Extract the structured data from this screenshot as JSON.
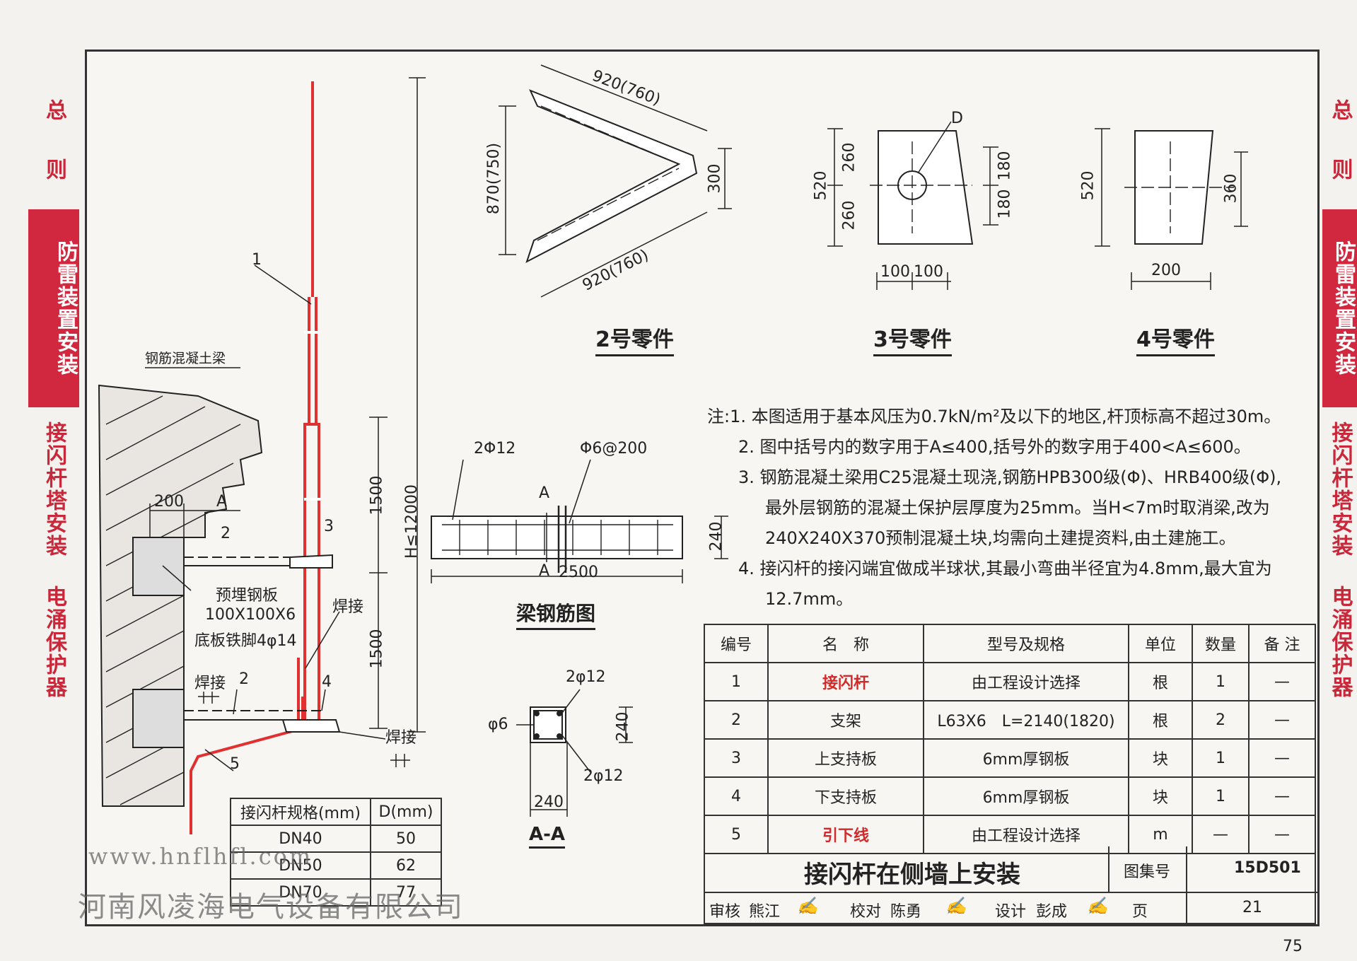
{
  "sidebar": {
    "left": [
      "总",
      "则",
      "防雷装置安装",
      "接闪杆塔安装",
      "电涌保护器"
    ],
    "right": [
      "总",
      "则",
      "防雷装置安装",
      "接闪杆塔安装",
      "电涌保护器"
    ],
    "active_index": 2
  },
  "colors": {
    "accent": "#d2283f",
    "tab_text": "#c8283a",
    "rod": "#e03030",
    "line": "#222222"
  },
  "part2": {
    "title": "2号零件",
    "dim_top": "920(760)",
    "dim_bottom": "920(760)",
    "dim_left": "870(750)",
    "dim_right": "300"
  },
  "part3": {
    "title": "3号零件",
    "dim_d": "D",
    "dim_520": "520",
    "dim_260a": "260",
    "dim_260b": "260",
    "dim_180a": "180",
    "dim_180b": "180",
    "dim_100a": "100",
    "dim_100b": "100"
  },
  "part4": {
    "title": "4号零件",
    "dim_520": "520",
    "dim_360": "360",
    "dim_200": "200"
  },
  "elevation": {
    "label_beam": "钢筋混凝土梁",
    "label_plate": "预埋钢板",
    "label_plate_size": "100X100X6",
    "label_foot": "底板铁脚4φ14",
    "label_weld1": "焊接",
    "label_weld2": "焊接",
    "label_weld3": "焊接",
    "dim_200": "200",
    "dim_A": "A",
    "dim_1500a": "1500",
    "dim_1500b": "1500",
    "dim_H": "H≤12000",
    "n1": "1",
    "n2a": "2",
    "n2b": "2",
    "n3": "3",
    "n4": "4",
    "n5": "5"
  },
  "beam": {
    "title": "梁钢筋图",
    "label_bars": "2Φ12",
    "label_stirrup": "Φ6@200",
    "label_A1": "A",
    "label_A2": "A",
    "dim_length": "2500",
    "dim_height": "240"
  },
  "section": {
    "title": "A-A",
    "label_top": "2φ12",
    "label_bottom": "2φ12",
    "label_stirrup": "φ6",
    "dim_w": "240",
    "dim_h": "240"
  },
  "notes": [
    "注:1. 本图适用于基本风压为0.7kN/m²及以下的地区,杆顶标高不超过30m。",
    "2. 图中括号内的数字用于A≤400,括号外的数字用于400<A≤600。",
    "3. 钢筋混凝土梁用C25混凝土现浇,钢筋HPB300级(Φ)、HRB400级(Φ),",
    "最外层钢筋的混凝土保护层厚度为25mm。当H<7m时取消梁,改为",
    "240X240X370预制混凝土块,均需向土建提资料,由土建施工。",
    "4. 接闪杆的接闪端宜做成半球状,其最小弯曲半径宜为4.8mm,最大宜为",
    "12.7mm。"
  ],
  "bom": {
    "headers": [
      "编号",
      "名　称",
      "型号及规格",
      "单位",
      "数量",
      "备 注"
    ],
    "rows": [
      [
        "1",
        "接闪杆",
        "由工程设计选择",
        "根",
        "1",
        "—"
      ],
      [
        "2",
        "支架",
        "L63X6　L=2140(1820)",
        "根",
        "2",
        "—"
      ],
      [
        "3",
        "上支持板",
        "6mm厚钢板",
        "块",
        "1",
        "—"
      ],
      [
        "4",
        "下支持板",
        "6mm厚钢板",
        "块",
        "1",
        "—"
      ],
      [
        "5",
        "引下线",
        "由工程设计选择",
        "m",
        "—",
        "—"
      ]
    ],
    "red_rows": [
      0,
      4
    ]
  },
  "titleblock": {
    "title": "接闪杆在侧墙上安装",
    "atlas_label": "图集号",
    "atlas_no": "15D501",
    "review_label": "审核",
    "reviewer": "熊江",
    "check_label": "校对",
    "checker": "陈勇",
    "design_label": "设计",
    "designer": "彭成",
    "page_label": "页",
    "page_no": "21"
  },
  "spec_table": {
    "headers": [
      "接闪杆规格(mm)",
      "D(mm)"
    ],
    "rows": [
      [
        "DN40",
        "50"
      ],
      [
        "DN50",
        "62"
      ],
      [
        "DN70",
        "77"
      ]
    ]
  },
  "watermark": {
    "url": "www.hnflhfl.com",
    "company": "河南风凌海电气设备有限公司"
  },
  "page_number": "75"
}
